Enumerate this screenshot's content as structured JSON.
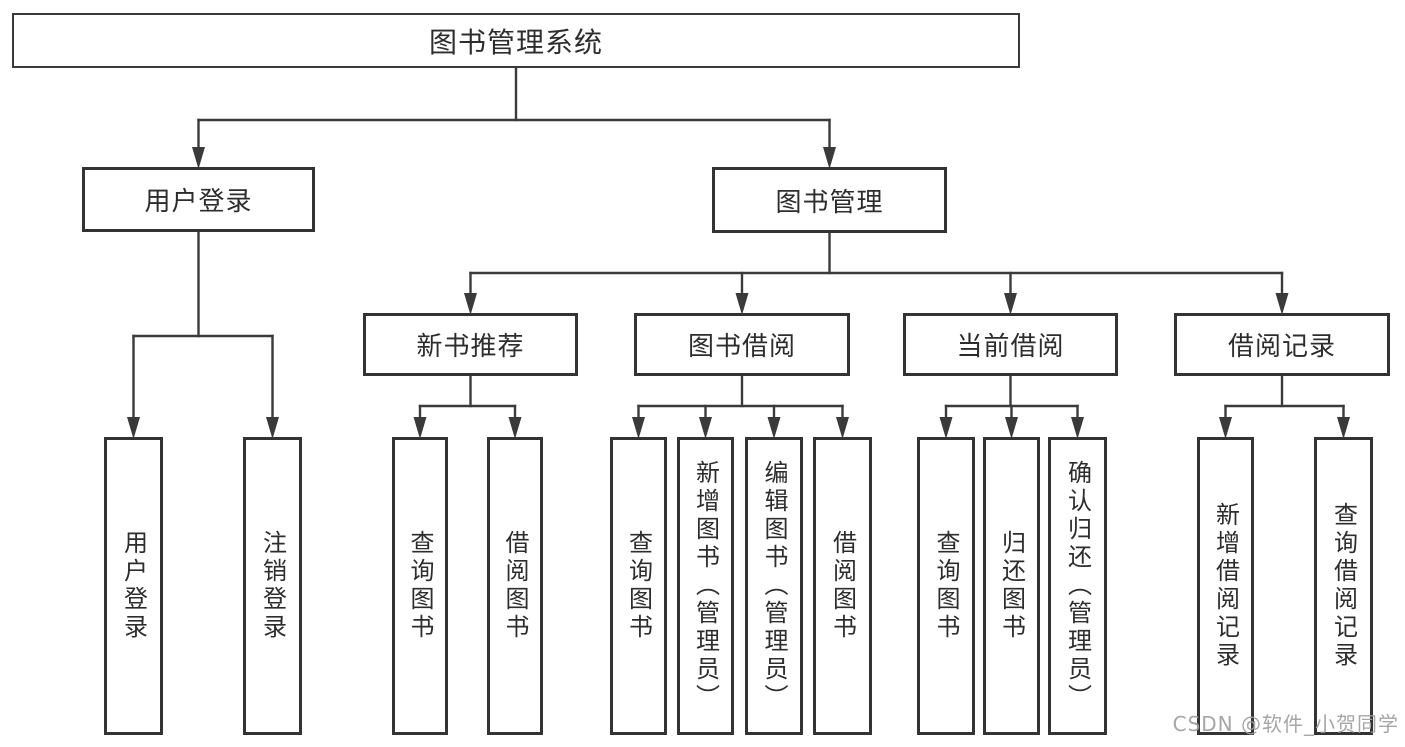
{
  "diagram": {
    "watermark": "CSDN @软件_小贺同学",
    "colors": {
      "line": "#3a3a3a",
      "border": "#333333",
      "text": "#2d2d2d",
      "background": "#ffffff",
      "watermark": "#9e9e9e"
    },
    "nodes": {
      "root": {
        "label": "图书管理系统"
      },
      "userLogin": {
        "label": "用户登录"
      },
      "bookMgmt": {
        "label": "图书管理"
      },
      "newRec": {
        "label": "新书推荐"
      },
      "bookBorrow": {
        "label": "图书借阅"
      },
      "currentBorrow": {
        "label": "当前借阅"
      },
      "borrowRecords": {
        "label": "借阅记录"
      },
      "login": {
        "label": "用户登录"
      },
      "logout": {
        "label": "注销登录"
      },
      "nrQuery": {
        "label": "查询图书"
      },
      "nrBorrow": {
        "label": "借阅图书"
      },
      "bQuery": {
        "label": "查询图书"
      },
      "bAdd": {
        "label": "新增图书（管理员）"
      },
      "bEdit": {
        "label": "编辑图书（管理员）"
      },
      "bBorrow": {
        "label": "借阅图书"
      },
      "cQuery": {
        "label": "查询图书"
      },
      "cReturn": {
        "label": "归还图书"
      },
      "cConfirm": {
        "label": "确认归还（管理员）"
      },
      "rAdd": {
        "label": "新增借阅记录"
      },
      "rQuery": {
        "label": "查询借阅记录"
      }
    },
    "edges": [
      [
        "root",
        "userLogin"
      ],
      [
        "root",
        "bookMgmt"
      ],
      [
        "userLogin",
        "login"
      ],
      [
        "userLogin",
        "logout"
      ],
      [
        "bookMgmt",
        "newRec"
      ],
      [
        "bookMgmt",
        "bookBorrow"
      ],
      [
        "bookMgmt",
        "currentBorrow"
      ],
      [
        "bookMgmt",
        "borrowRecords"
      ],
      [
        "newRec",
        "nrQuery"
      ],
      [
        "newRec",
        "nrBorrow"
      ],
      [
        "bookBorrow",
        "bQuery"
      ],
      [
        "bookBorrow",
        "bAdd"
      ],
      [
        "bookBorrow",
        "bEdit"
      ],
      [
        "bookBorrow",
        "bBorrow"
      ],
      [
        "currentBorrow",
        "cQuery"
      ],
      [
        "currentBorrow",
        "cReturn"
      ],
      [
        "currentBorrow",
        "cConfirm"
      ],
      [
        "borrowRecords",
        "rAdd"
      ],
      [
        "borrowRecords",
        "rQuery"
      ]
    ]
  }
}
